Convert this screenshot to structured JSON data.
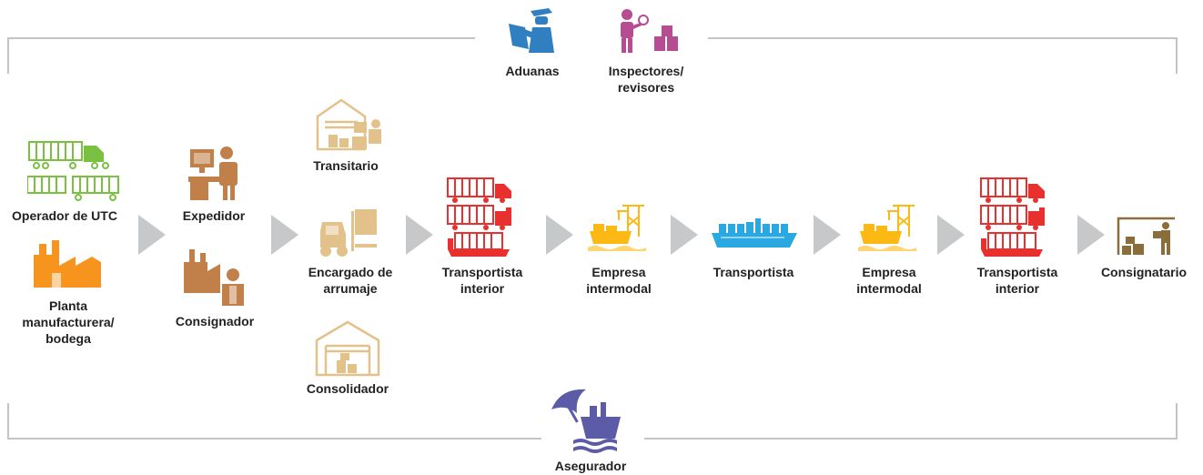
{
  "labels": {
    "customs": "Aduanas",
    "inspectors_1": "Inspectores/",
    "inspectors_2": "revisores",
    "utc_operator": "Operador de UTC",
    "plant_1": "Planta",
    "plant_2": "manufacturera/",
    "plant_3": "bodega",
    "dispatcher": "Expedidor",
    "shipper": "Consignador",
    "forwarder": "Transitario",
    "stower_1": "Encargado de",
    "stower_2": "arrumaje",
    "consolidator": "Consolidador",
    "inland_carrier_1_a": "Transportista",
    "inland_carrier_1_b": "interior",
    "intermodal_1_a": "Empresa",
    "intermodal_1_b": "intermodal",
    "carrier": "Transportista",
    "intermodal_2_a": "Empresa",
    "intermodal_2_b": "intermodal",
    "inland_carrier_2_a": "Transportista",
    "inland_carrier_2_b": "interior",
    "consignee": "Consignatario",
    "insurer": "Asegurador"
  },
  "icons": {
    "customs": "customs-officer-icon",
    "inspectors": "inspector-icon",
    "utc_operator": "truck-train-icon",
    "plant": "factory-icon",
    "dispatcher": "desk-worker-icon",
    "shipper": "shipper-factory-icon",
    "forwarder": "warehouse-worker-icon",
    "stower": "forklift-icon",
    "consolidator": "warehouse-icon",
    "inland_carrier": "truck-train-barge-icon",
    "intermodal": "port-crane-ship-icon",
    "carrier": "container-ship-icon",
    "consignee": "receiving-warehouse-icon",
    "insurer": "umbrella-ship-icon"
  },
  "colors": {
    "customs": "#2f7fc1",
    "inspectors": "#b64d92",
    "green": "#7ac142",
    "orange": "#f7941d",
    "brown": "#c1804a",
    "tan": "#e2c18a",
    "red": "#e8302e",
    "yellow": "#fdb913",
    "blue": "#29a9e0",
    "olive": "#8a6d3b",
    "purple": "#5b5ba8",
    "chevron": "#c6c8ca",
    "bracket": "#c4c4c4"
  }
}
